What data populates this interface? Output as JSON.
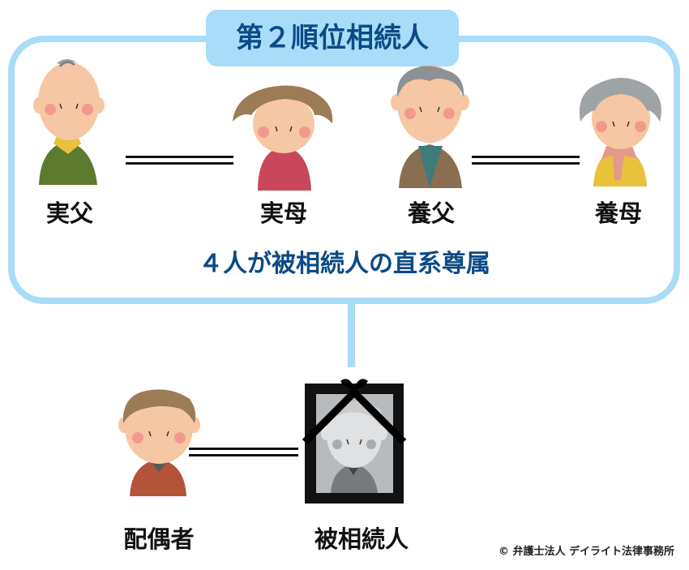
{
  "group_title": "第２順位相続人",
  "group_caption": "４人が被相続人の直系尊属",
  "people": {
    "biological_father": "実父",
    "biological_mother": "実母",
    "adoptive_father": "養父",
    "adoptive_mother": "養母",
    "spouse": "配偶者",
    "deceased": "被相続人"
  },
  "copyright": "© 弁護士法人 デイライト法律事務所",
  "colors": {
    "frame": "#a9dcf8",
    "title_fill": "#a9dcf8",
    "title_text": "#0b4a86",
    "skin": "#f6c7a4",
    "cheek": "#f1908a"
  }
}
